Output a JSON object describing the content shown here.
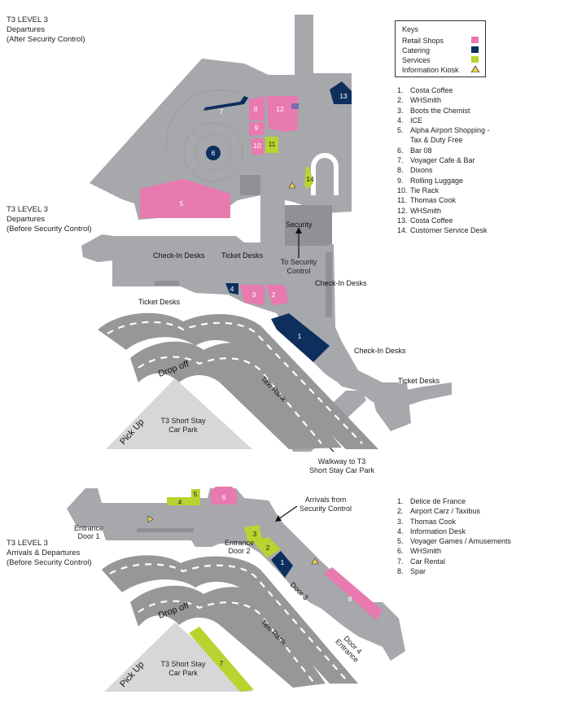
{
  "floors": [
    {
      "title": "T3 LEVEL 3\nDepartures\n(After Security Control)"
    },
    {
      "title": "T3 LEVEL 3\nDepartures\n(Before Security Control)"
    },
    {
      "title": "T3 LEVEL 3\nArrivals & Departures\n(Before Security Control)"
    }
  ],
  "keys": {
    "title": "Keys",
    "items": [
      {
        "label": "Retail Shops",
        "color": "#e87ab0"
      },
      {
        "label": "Catering",
        "color": "#0d2f5e"
      },
      {
        "label": "Services",
        "color": "#b8d430"
      },
      {
        "label": "Information Kiosk",
        "color": "#f2d24a"
      }
    ]
  },
  "departures_legend": [
    {
      "num": "1.",
      "name": "Costa Coffee"
    },
    {
      "num": "2.",
      "name": "WHSmith"
    },
    {
      "num": "3.",
      "name": "Boots the Chemist"
    },
    {
      "num": "4.",
      "name": "ICE"
    },
    {
      "num": "5.",
      "name": "Alpha Airport Shopping -"
    },
    {
      "num": "",
      "name": "Tax & Duty Free"
    },
    {
      "num": "6.",
      "name": "Bar 08"
    },
    {
      "num": "7.",
      "name": "Voyager Cafe & Bar"
    },
    {
      "num": "8.",
      "name": "Dixons"
    },
    {
      "num": "9.",
      "name": "Rolling Luggage"
    },
    {
      "num": "10.",
      "name": "Tie Rack"
    },
    {
      "num": "11.",
      "name": "Thomas Cook"
    },
    {
      "num": "12.",
      "name": "WHSmith"
    },
    {
      "num": "13.",
      "name": "Costa Coffee"
    },
    {
      "num": "14.",
      "name": "Customer Service Desk"
    }
  ],
  "arrivals_legend": [
    {
      "num": "1.",
      "name": "Delice de France"
    },
    {
      "num": "2.",
      "name": "Airport Carz / Taxibus"
    },
    {
      "num": "3.",
      "name": "Thomas Cook"
    },
    {
      "num": "4.",
      "name": "Information Desk"
    },
    {
      "num": "5.",
      "name": "Voyager Games / Amusements"
    },
    {
      "num": "6.",
      "name": "WHSmith"
    },
    {
      "num": "7.",
      "name": "Car Rental"
    },
    {
      "num": "8.",
      "name": "Spar"
    }
  ],
  "map_labels": {
    "security": "Security",
    "to_security": "To Security\nControl",
    "checkin_desks": "Check-In Desks",
    "ticket_desks": "Ticket Desks",
    "drop_off": "Drop off",
    "taxi_rank": "Taxi Rank",
    "pick_up": "Pick Up",
    "short_stay": "T3 Short Stay\nCar Park",
    "walkway": "Walkway to T3\nShort Stay Car Park",
    "arrivals_from": "Arrivals from\nSecurity Control",
    "entrance_door_1": "Entrance\nDoor 1",
    "entrance_door_2": "Entrance\nDoor 2",
    "door_3": "Door 3",
    "door_4": "Door 4\nEntrance"
  },
  "unit_numbers": [
    "1",
    "2",
    "3",
    "4",
    "5",
    "6",
    "7",
    "8",
    "9",
    "10",
    "11",
    "12",
    "13",
    "14"
  ],
  "colors": {
    "building": "#a6a8ab",
    "building_dark": "#8f9194",
    "road": "#959799",
    "car_park": "#d6d7d8",
    "retail": "#e87ab0",
    "catering": "#0d2f5e",
    "services": "#b8d430",
    "kiosk": "#f2d24a"
  }
}
